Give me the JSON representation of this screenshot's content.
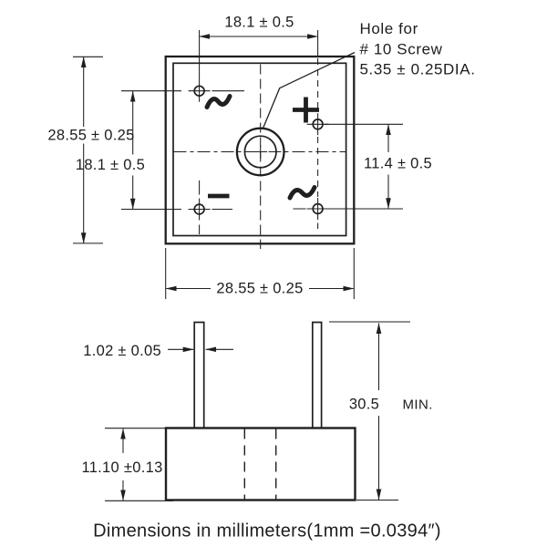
{
  "caption": "Dimensions in millimeters(1mm =0.0394″)",
  "top_view": {
    "dim_top_hole_span": "18.1 ± 0.5",
    "dim_overall_height": "28.55 ± 0.25",
    "dim_left_hole_span": "18.1 ± 0.5",
    "dim_right_hole_span": "11.4 ± 0.5",
    "dim_overall_width": "28.55 ± 0.25",
    "screw_note_line1": "Hole for",
    "screw_note_line2": "# 10 Screw",
    "screw_note_line3": "5.35 ± 0.25DIA.",
    "terminal_symbols": {
      "top_left": "~",
      "top_right": "+",
      "bottom_left": "−",
      "bottom_right": "~"
    }
  },
  "side_view": {
    "dim_lead_width": "1.02 ± 0.05",
    "dim_lead_length_value": "30.5",
    "dim_lead_length_qualifier": "MIN.",
    "dim_body_height": "11.10 ±0.13"
  },
  "colors": {
    "ink": "#1f1f1f",
    "background": "#ffffff"
  }
}
